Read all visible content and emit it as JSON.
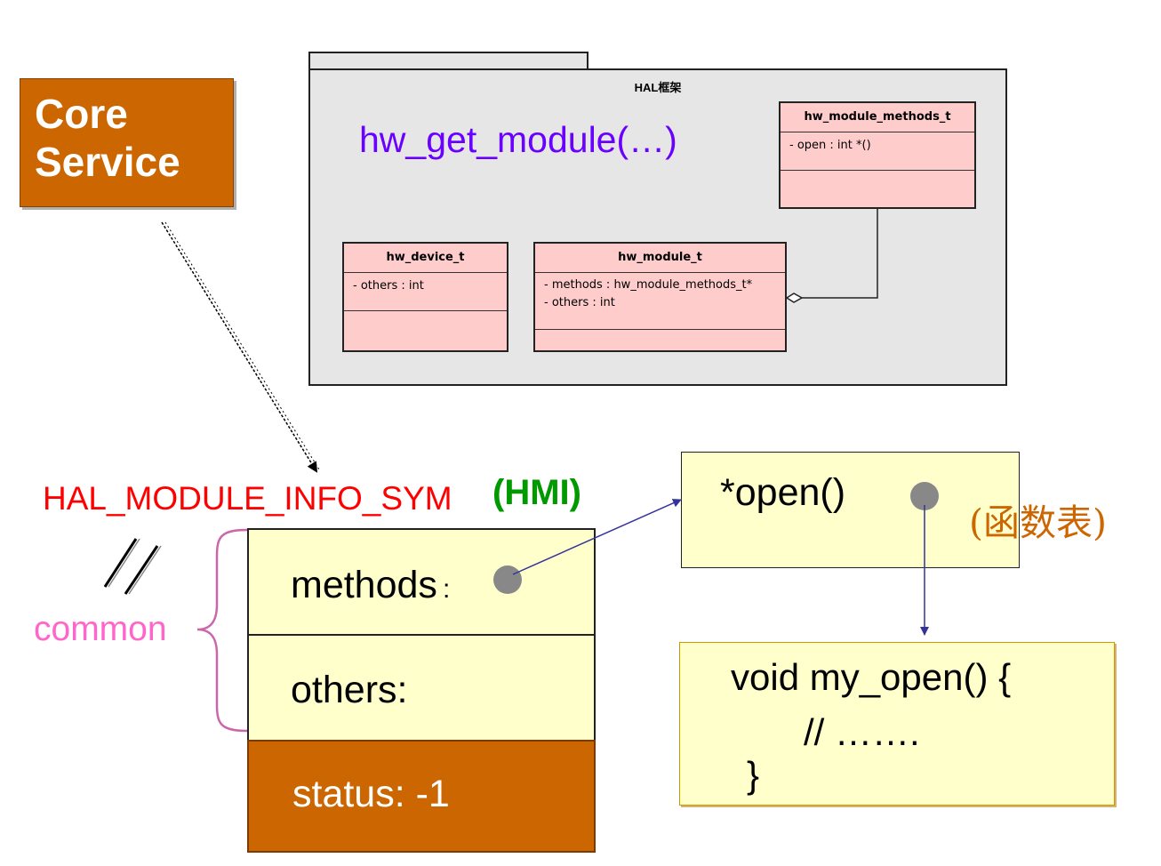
{
  "core_service": {
    "line1": "Core",
    "line2": "Service"
  },
  "hal_package": {
    "name": "HAL框架",
    "call_label": "hw_get_module(…)",
    "classes": {
      "methods_t": {
        "name": "hw_module_methods_t",
        "attrs": [
          "- open : int *()"
        ]
      },
      "device_t": {
        "name": "hw_device_t",
        "attrs": [
          "- others : int"
        ]
      },
      "module_t": {
        "name": "hw_module_t",
        "attrs": [
          "- methods : hw_module_methods_t*",
          "- others : int"
        ]
      }
    }
  },
  "hmi": {
    "symbol_label": "HAL_MODULE_INFO_SYM",
    "tag": "(HMI)",
    "slash_mark": "//",
    "common_label": "common",
    "methods_label": "methods",
    "methods_colon": ":",
    "others_label": "others:",
    "status_label": "status: -1"
  },
  "function_table": {
    "entry": "*open()",
    "label": "(函数表)"
  },
  "code": {
    "line1": "void my_open() {",
    "line2": "// …….",
    "line3": "}"
  },
  "colors": {
    "core_orange": "#cc6600",
    "package_gray": "#e6e6e6",
    "uml_pink": "#ffcccc",
    "struct_yellow": "#ffffcc",
    "call_purple": "#6a00ff",
    "symbol_red": "#ff0000",
    "hmi_green": "#009900",
    "common_pink": "#ff66cc",
    "pointer_blue": "#333399"
  }
}
